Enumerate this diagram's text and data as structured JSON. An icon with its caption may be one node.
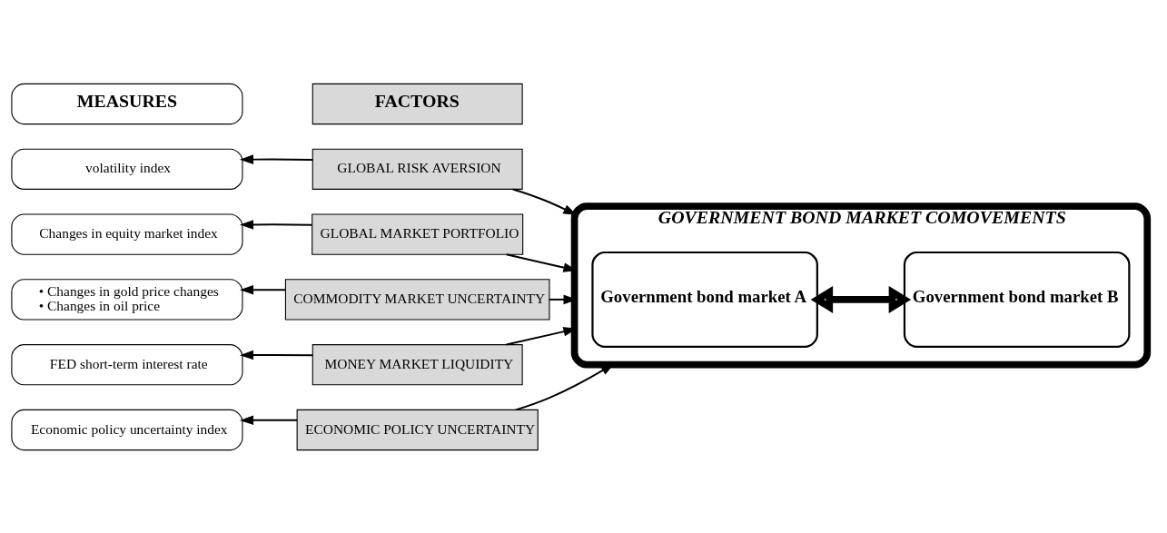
{
  "diagram": {
    "nodes": [
      {
        "text": [
          "MEASURES"
        ]
      },
      {
        "text": [
          "FACTORS"
        ]
      },
      {
        "text": [
          "volatility index"
        ]
      },
      {
        "text": [
          "GLOBAL RISK AVERSION"
        ]
      },
      {
        "text": [
          "Changes in equity market index"
        ]
      },
      {
        "text": [
          "GLOBAL MARKET PORTFOLIO"
        ]
      },
      {
        "text": [
          "• Changes in gold price changes",
          "• Changes in oil price"
        ]
      },
      {
        "text": [
          "COMMODITY MARKET UNCERTAINTY"
        ]
      },
      {
        "text": [
          "FED short-term interest rate"
        ]
      },
      {
        "text": [
          "MONEY MARKET LIQUIDITY"
        ]
      },
      {
        "text": [
          "Economic policy uncertainty index"
        ]
      },
      {
        "text": [
          "ECONOMIC POLICY UNCERTAINTY"
        ]
      },
      {
        "text": [
          "GOVERNMENT BOND MARKET COMOVEMENTS"
        ]
      },
      {
        "text": [
          "Government bond market A"
        ],
        "in": 12
      },
      {
        "text": [
          "Government bond market B"
        ],
        "in": 12
      }
    ],
    "edges": [
      {
        "from": 3,
        "to": 2,
        "arrow": "to"
      },
      {
        "from": 5,
        "to": 4,
        "arrow": "to"
      },
      {
        "from": 7,
        "to": 6,
        "arrow": "to"
      },
      {
        "from": 9,
        "to": 8,
        "arrow": "to"
      },
      {
        "from": 11,
        "to": 10,
        "arrow": "to"
      },
      {
        "from": 3,
        "to": 12,
        "arrow": "to"
      },
      {
        "from": 5,
        "to": 12,
        "arrow": "to"
      },
      {
        "from": 7,
        "to": 12,
        "arrow": "to"
      },
      {
        "from": 9,
        "to": 12,
        "arrow": "to"
      },
      {
        "from": 11,
        "to": 12,
        "arrow": "to"
      },
      {
        "from": 13,
        "to": 14,
        "arrow": "both",
        "style": "thick"
      }
    ]
  }
}
